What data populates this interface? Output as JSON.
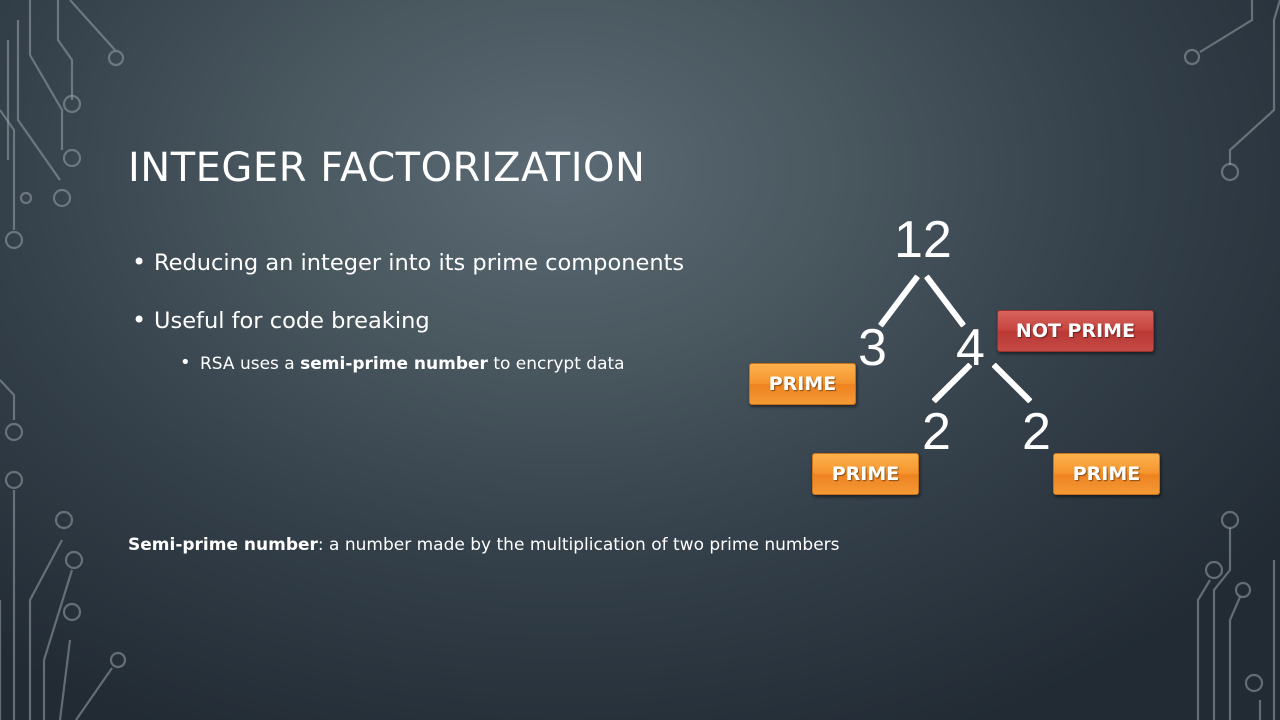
{
  "slide": {
    "title": "INTEGER FACTORIZATION",
    "bullets": [
      "Reducing an integer into its prime components",
      "Useful for code breaking"
    ],
    "sub_bullet": {
      "prefix": "RSA uses a ",
      "bold": "semi-prime number",
      "suffix": " to encrypt data"
    },
    "definition": {
      "term": "Semi-prime number",
      "text": ": a number made by the multiplication of two prime numbers"
    }
  },
  "factor_tree": {
    "root": "12",
    "left_child": "3",
    "right_child": "4",
    "leaf_left": "2",
    "leaf_right": "2",
    "labels": {
      "three": "PRIME",
      "four": "NOT PRIME",
      "leaf_left": "PRIME",
      "leaf_right": "PRIME"
    }
  },
  "colors": {
    "prime_tag": "#f5942d",
    "not_prime_tag": "#c6433e",
    "text": "#ffffff"
  }
}
